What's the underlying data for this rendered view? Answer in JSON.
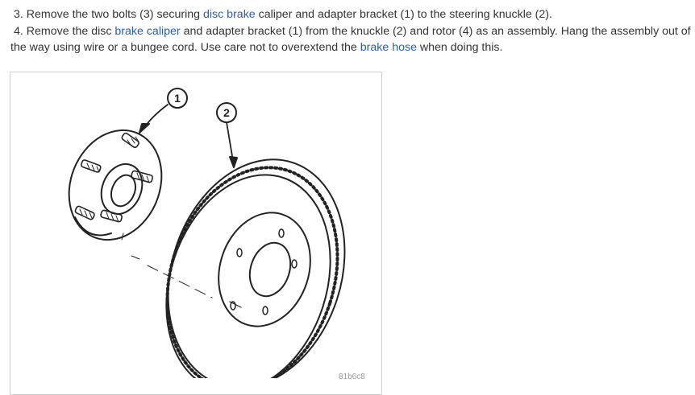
{
  "steps": [
    {
      "number": "3.",
      "t1": "Remove the two bolts (3) securing ",
      "link1": "disc brake",
      "t2": " caliper and adapter bracket (1) to the steering knuckle (2)."
    },
    {
      "number": "4.",
      "t1": "Remove the disc ",
      "link1": "brake caliper",
      "t2": " and adapter bracket (1) from the knuckle (2) and rotor (4) as an assembly. Hang the assembly out of the way using wire or a bungee cord. Use care not to overextend the ",
      "link2": "brake hose",
      "t3": " when doing this."
    }
  ],
  "figure": {
    "callout_1": "1",
    "callout_2": "2",
    "code": "81b6c8"
  },
  "colors": {
    "link": "#2a5db0",
    "text": "#333333",
    "border": "#cfcfcf"
  }
}
